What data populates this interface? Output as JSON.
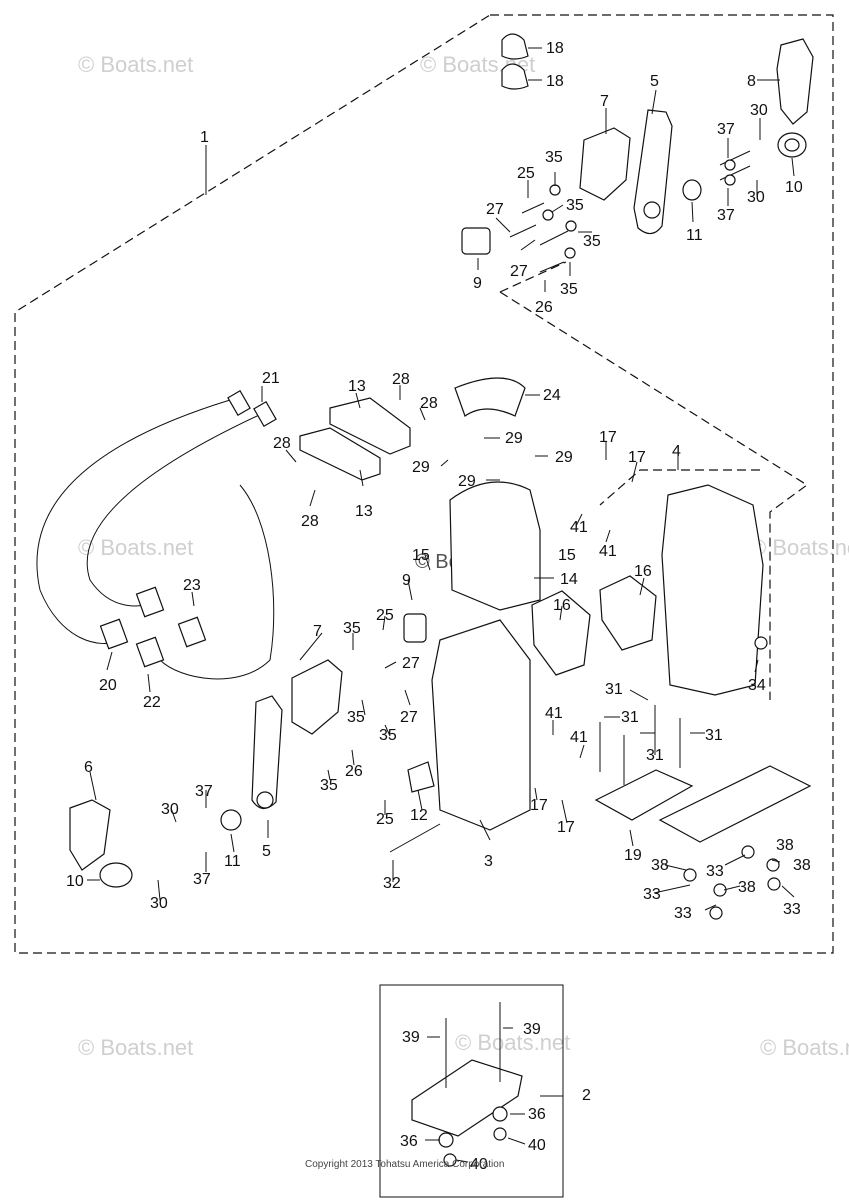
{
  "watermark": "© Boats.net",
  "copyright": "Copyright 2013 Tohatsu America Corporation",
  "callouts": {
    "c1": "1",
    "c2": "2",
    "c3": "3",
    "c4": "4",
    "c5": "5",
    "c6": "6",
    "c7": "7",
    "c8": "8",
    "c9": "9",
    "c10": "10",
    "c11": "11",
    "c12": "12",
    "c13": "13",
    "c14": "14",
    "c15": "15",
    "c16": "16",
    "c17": "17",
    "c18": "18",
    "c19": "19",
    "c20": "20",
    "c21": "21",
    "c22": "22",
    "c23": "23",
    "c24": "24",
    "c25": "25",
    "c26": "26",
    "c27": "27",
    "c28": "28",
    "c29": "29",
    "c30": "30",
    "c31": "31",
    "c32": "32",
    "c33": "33",
    "c34": "34",
    "c35": "35",
    "c36": "36",
    "c37": "37",
    "c38": "38",
    "c39": "39",
    "c40": "40",
    "c41": "41"
  }
}
